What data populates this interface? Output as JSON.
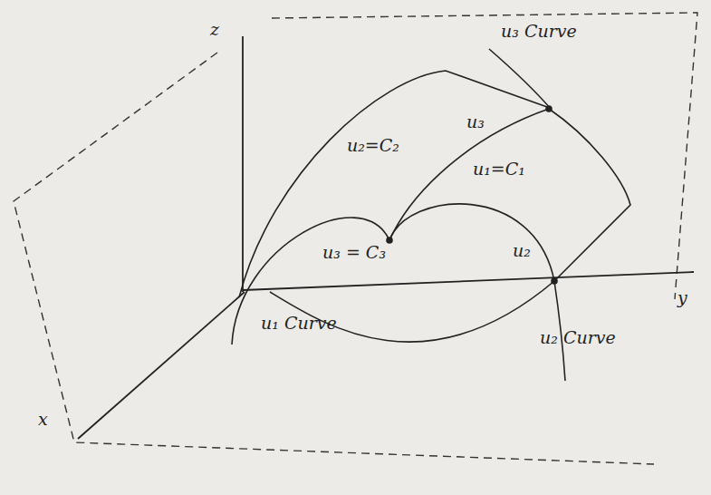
{
  "diagram": {
    "labels": [
      "z",
      "u₃ Curve",
      "u₃",
      "u₂=C₂",
      "u₁=C₁",
      "u₃ = C₃",
      "u₂",
      "u₁ Curve",
      "u₂ Curve",
      "y",
      "x"
    ]
  }
}
